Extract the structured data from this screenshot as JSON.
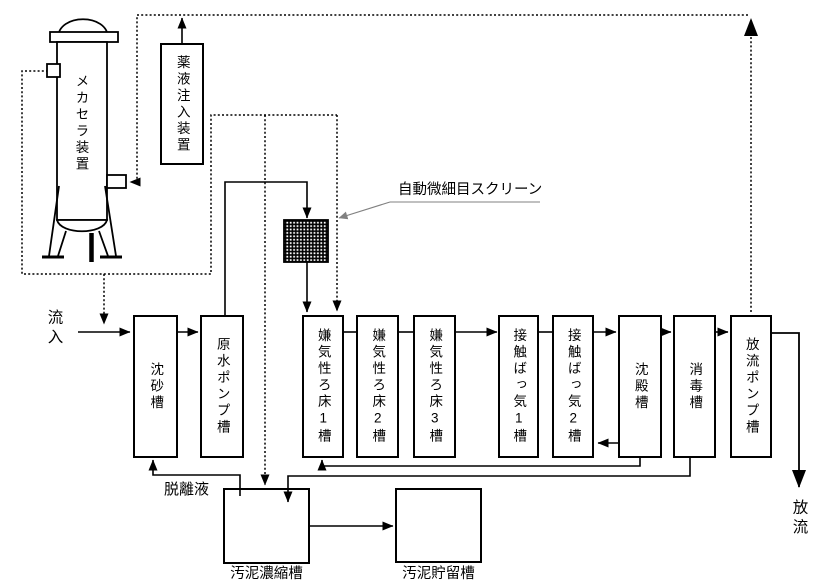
{
  "colors": {
    "line": "#000000",
    "background": "#ffffff",
    "callout": "#808080"
  },
  "equipment": {
    "mechasera": {
      "label": "メカセラ装置"
    },
    "chemical_injection": {
      "label": "薬液注入装置"
    },
    "fine_screen": {
      "label": "自動微細目スクリーン"
    }
  },
  "stream_labels": {
    "inflow": "流入",
    "outflow": "放流",
    "filtrate": "脱離液"
  },
  "process_tanks": [
    {
      "label": "沈砂槽"
    },
    {
      "label": "原水ポンプ槽"
    },
    {
      "label": "嫌気性ろ床1槽"
    },
    {
      "label": "嫌気性ろ床2槽"
    },
    {
      "label": "嫌気性ろ床3槽"
    },
    {
      "label": "接触ばっ気1槽"
    },
    {
      "label": "接触ばっ気2槽"
    },
    {
      "label": "沈殿槽"
    },
    {
      "label": "消毒槽"
    },
    {
      "label": "放流ポンプ槽"
    }
  ],
  "sludge_tanks": [
    {
      "label": "汚泥濃縮槽"
    },
    {
      "label": "汚泥貯留槽"
    }
  ]
}
